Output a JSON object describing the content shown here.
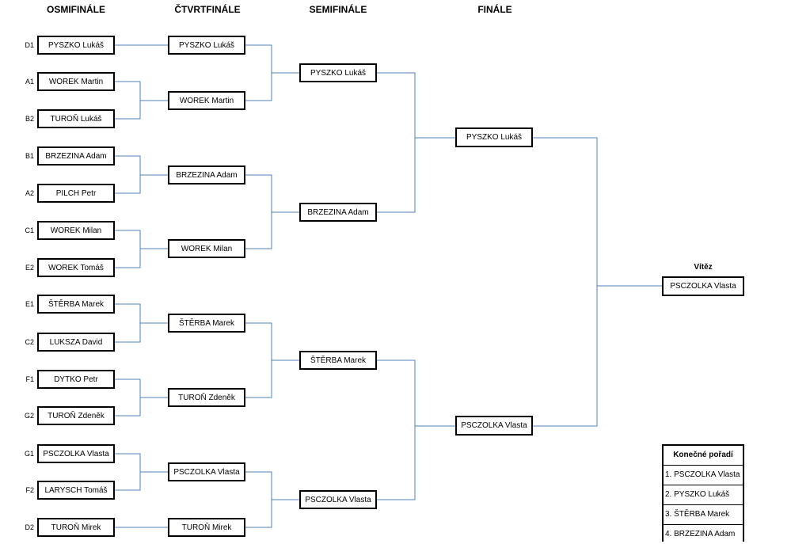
{
  "rounds": {
    "r16": "OSMIFINÁLE",
    "qf": "ČTVRTFINÁLE",
    "sf": "SEMIFINÁLE",
    "final": "FINÁLE"
  },
  "r16": [
    {
      "seed": "D1",
      "name": "PYSZKO Lukáš"
    },
    {
      "seed": "A1",
      "name": "WOREK Martin"
    },
    {
      "seed": "B2",
      "name": "TUROŇ Lukáš"
    },
    {
      "seed": "B1",
      "name": "BRZEZINA Adam"
    },
    {
      "seed": "A2",
      "name": "PILCH Petr"
    },
    {
      "seed": "C1",
      "name": "WOREK Milan"
    },
    {
      "seed": "E2",
      "name": "WOREK Tomáš"
    },
    {
      "seed": "E1",
      "name": "ŠTĚRBA Marek"
    },
    {
      "seed": "C2",
      "name": "LUKSZA David"
    },
    {
      "seed": "F1",
      "name": "DYTKO Petr"
    },
    {
      "seed": "G2",
      "name": "TUROŇ Zdeněk"
    },
    {
      "seed": "G1",
      "name": "PSCZOLKA Vlasta"
    },
    {
      "seed": "F2",
      "name": "LARYSCH Tomáš"
    },
    {
      "seed": "D2",
      "name": "TUROŇ Mirek"
    }
  ],
  "qf": [
    "PYSZKO Lukáš",
    "WOREK Martin",
    "BRZEZINA Adam",
    "WOREK Milan",
    "ŠTĚRBA Marek",
    "TUROŇ Zdeněk",
    "PSCZOLKA Vlasta",
    "TUROŇ Mirek"
  ],
  "sf": [
    "PYSZKO Lukáš",
    "BRZEZINA Adam",
    "ŠTĚRBA Marek",
    "PSCZOLKA Vlasta"
  ],
  "final": [
    "PYSZKO Lukáš",
    "PSCZOLKA Vlasta"
  ],
  "winner": {
    "label": "Vítěz",
    "name": "PSCZOLKA Vlasta"
  },
  "standings": {
    "title": "Konečné pořadí",
    "rows": [
      "1. PSCZOLKA Vlasta",
      "2. PYSZKO Lukáš",
      "3. ŠTĚRBA Marek",
      "4. BRZEZINA Adam"
    ]
  },
  "colors": {
    "connector": "#4f81bd",
    "border": "#000000"
  }
}
